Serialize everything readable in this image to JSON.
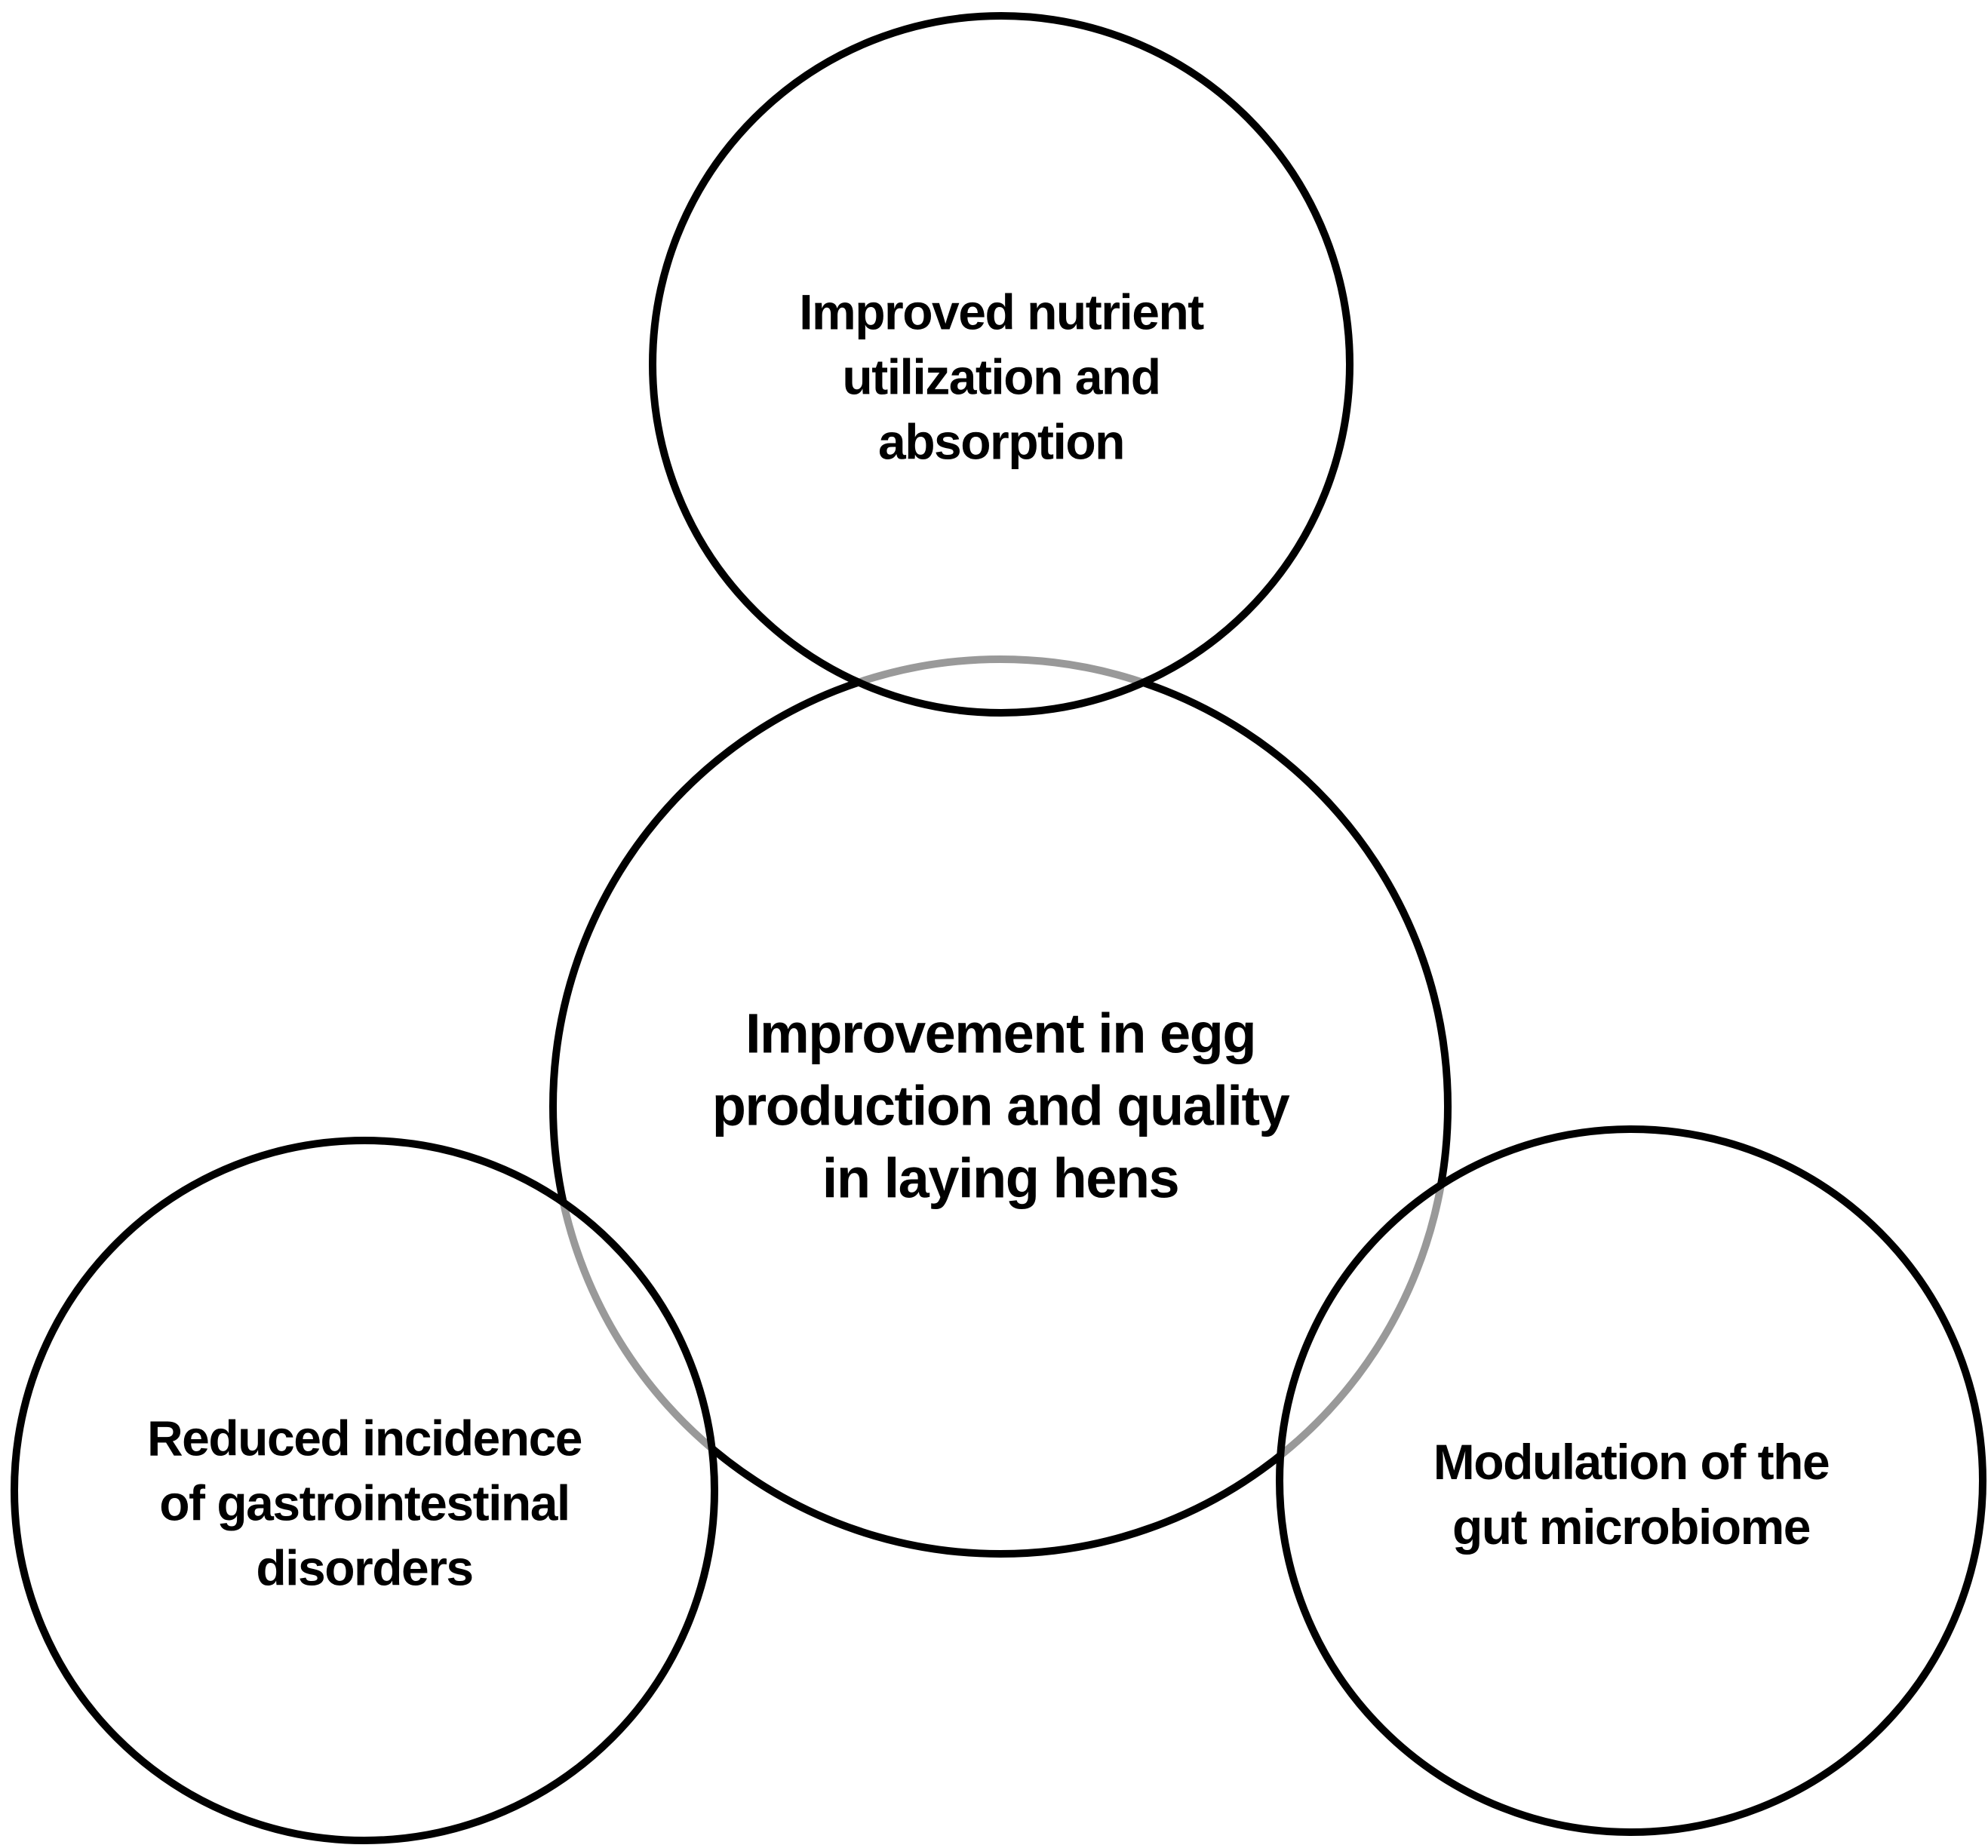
{
  "diagram": {
    "type": "venn-overlap",
    "background_color": "#ffffff",
    "stroke_color": "#000000",
    "overlap_arc_color": "#999999",
    "text_color": "#000000",
    "circles": {
      "center": {
        "label": "Improvement in egg\nproduction and quality\nin laying hens"
      },
      "top": {
        "label": "Improved nutrient\nutilization and\nabsorption"
      },
      "left": {
        "label": "Reduced incidence\nof gastrointestinal\ndisorders"
      },
      "right": {
        "label": "Modulation of the\ngut microbiome"
      }
    }
  }
}
